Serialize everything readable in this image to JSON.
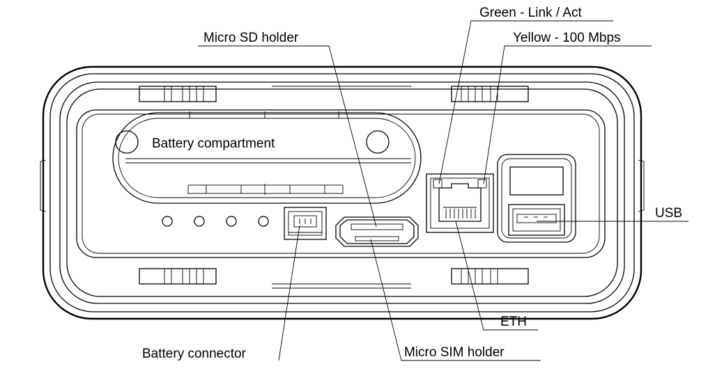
{
  "labels": {
    "green_led": "Green - Link / Act",
    "yellow_led": "Yellow - 100 Mbps",
    "micro_sd": "Micro SD holder",
    "battery_compartment": "Battery compartment",
    "usb": "USB",
    "eth": "ETH",
    "battery_connector": "Battery connector",
    "micro_sim": "Micro SIM holder"
  },
  "colors": {
    "line": "#000000",
    "background": "#ffffff"
  }
}
